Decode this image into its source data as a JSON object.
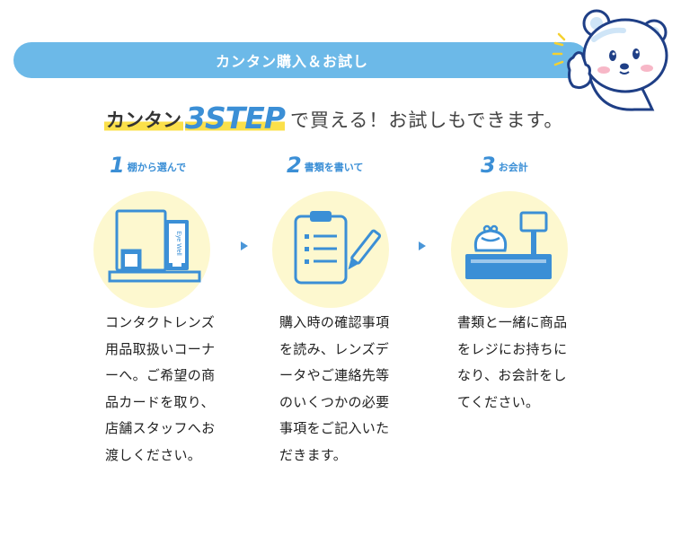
{
  "banner": {
    "title": "カンタン購入＆お試し"
  },
  "headline": {
    "prefix": "カンタン",
    "step": "3STEP",
    "suffix": "で買える！お試しもできます。"
  },
  "icon_labels": {
    "box_label": "Eye Well"
  },
  "steps": [
    {
      "num": "1",
      "label": "棚から選んで",
      "lines": [
        "コンタクトレンズ",
        "用品取扱いコーナ",
        "ーへ。ご希望の商",
        "品カードを取り、",
        "店舗スタッフへお",
        "渡しください。"
      ]
    },
    {
      "num": "2",
      "label": "書類を書いて",
      "lines": [
        "購入時の確認事項",
        "を読み、レンズデ",
        "ータやご連絡先等",
        "のいくつかの必要",
        "事項をご記入いた",
        "だきます。"
      ]
    },
    {
      "num": "3",
      "label": "お会計",
      "lines": [
        "書類と一緒に商品",
        "をレジにお持ちに",
        "なり、お会計をし",
        "てください。"
      ]
    }
  ],
  "colors": {
    "banner": "#6cb9e8",
    "accent": "#3b8fd6",
    "highlight": "#fbe04a",
    "circle": "#fdf8cf"
  }
}
